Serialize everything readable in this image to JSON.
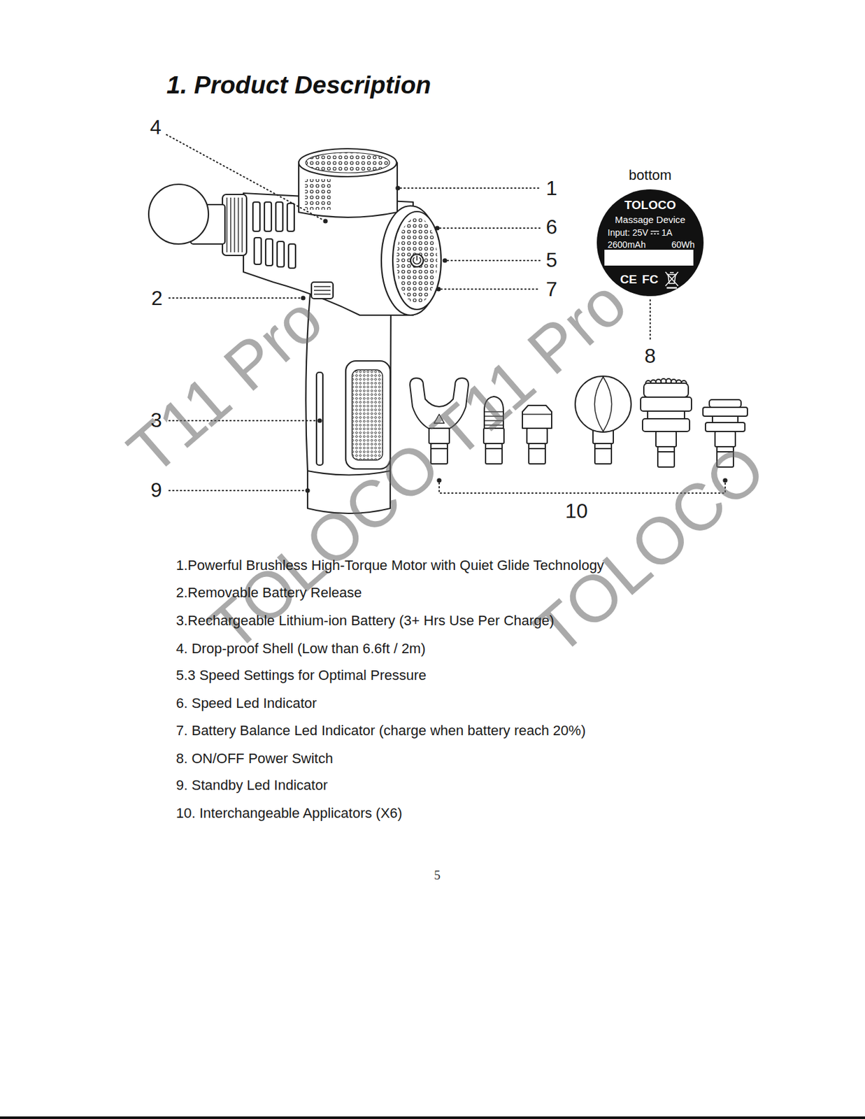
{
  "diagram": {
    "title": "1. Product Description",
    "nodes": [
      {
        "text": [
          "bottom",
          "TOLOCO",
          "Massage Device",
          "Input: 25V",
          "1A",
          "2600mAh",
          "60Wh",
          "CE",
          "FC"
        ]
      }
    ],
    "labels": [
      "4",
      "1",
      "6",
      "5",
      "7",
      "2",
      "8",
      "3",
      "9",
      "10",
      "1.Powerful Brushless High-Torque Motor with Quiet Glide Technology",
      "2.Removable Battery Release",
      "3.Rechargeable Lithium-ion Battery (3+ Hrs Use Per Charge)",
      "4. Drop-proof Shell (Low than 6.6ft / 2m)",
      "5.3 Speed Settings for Optimal Pressure",
      "6. Speed Led Indicator",
      "7. Battery Balance Led Indicator (charge when battery reach 20%)",
      "8. ON/OFF Power Switch",
      "9. Standby Led Indicator",
      "10. Interchangeable Applicators (X6)",
      "5",
      "T11 Pro",
      "TOLOCO T11 Pro",
      "TOLOCO"
    ]
  }
}
